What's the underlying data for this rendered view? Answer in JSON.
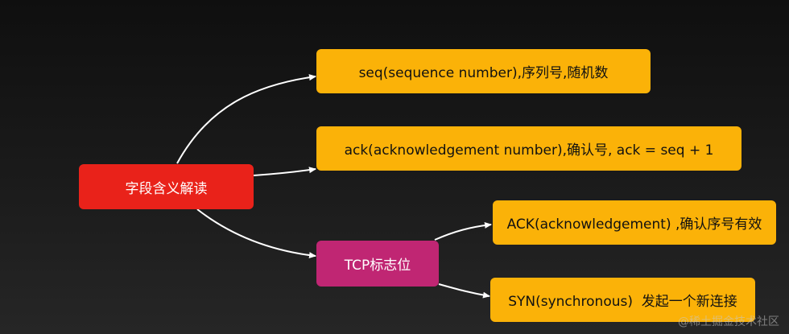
{
  "nodes": {
    "root": "字段含义解读",
    "seq": "seq(sequence number),序列号,随机数",
    "ack": "ack(acknowledgement number),确认号, ack = seq + 1",
    "tcp_flags": "TCP标志位",
    "ack_flag": "ACK(acknowledgement) ,确认序号有效",
    "syn_flag": "SYN(synchronous)  发起一个新连接"
  },
  "watermark": "@稀土掘金技术社区",
  "colors": {
    "background": "#1b1b1b",
    "yellow": "#fbb208",
    "red": "#e9221a",
    "magenta": "#c02673",
    "edge": "#ffffff"
  }
}
